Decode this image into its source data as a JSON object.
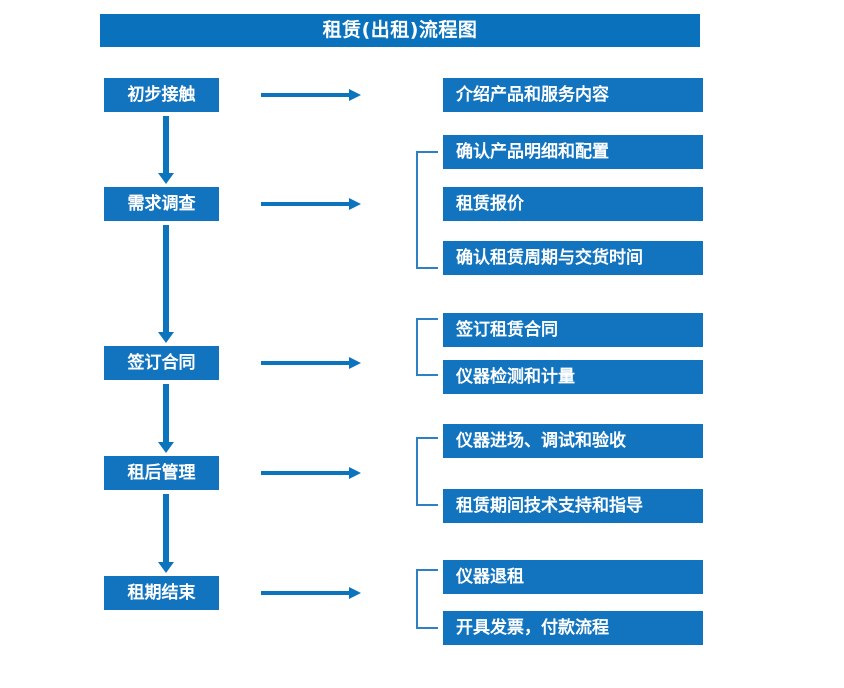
{
  "diagram": {
    "title": "租赁(出租)流程图",
    "colors": {
      "title_bar": "#0a72bd",
      "box_fill": "#1273be",
      "arrow": "#0c74bd",
      "bracket": "#2f7fc4",
      "box_text": "#ffffff",
      "background": "#ffffff"
    },
    "stages": [
      {
        "label": "初步接触"
      },
      {
        "label": "需求调查"
      },
      {
        "label": "签订合同"
      },
      {
        "label": "租后管理"
      },
      {
        "label": "租期结束"
      }
    ],
    "details": [
      {
        "label": "介绍产品和服务内容"
      },
      {
        "label": "确认产品明细和配置"
      },
      {
        "label": "租赁报价"
      },
      {
        "label": "确认租赁周期与交货时间"
      },
      {
        "label": "签订租赁合同"
      },
      {
        "label": "仪器检测和计量"
      },
      {
        "label": "仪器进场、调试和验收"
      },
      {
        "label": "租赁期间技术支持和指导"
      },
      {
        "label": "仪器退租"
      },
      {
        "label": "开具发票，付款流程"
      }
    ],
    "flow_arrows_down": [
      {
        "from": "初步接触",
        "to": "需求调查"
      },
      {
        "from": "需求调查",
        "to": "签订合同"
      },
      {
        "from": "签订合同",
        "to": "租后管理"
      },
      {
        "from": "租后管理",
        "to": "租期结束"
      }
    ],
    "flow_arrows_right": [
      {
        "from": "初步接触"
      },
      {
        "from": "需求调查"
      },
      {
        "from": "签订合同"
      },
      {
        "from": "租后管理"
      },
      {
        "from": "租期结束"
      }
    ]
  }
}
